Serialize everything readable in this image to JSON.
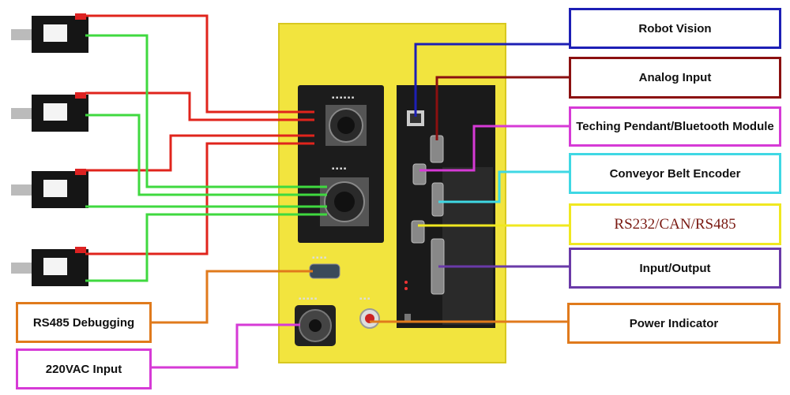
{
  "labels": {
    "robot_vision": "Robot Vision",
    "analog_input": "Analog Input",
    "teach_pendant": "Teching Pendant/Bluetooth Module",
    "conveyor_encoder": "Conveyor Belt Encoder",
    "rs232": "RS232/CAN/RS485",
    "io": "Input/Output",
    "power_indicator": "Power Indicator",
    "rs485_debug": "RS485 Debugging",
    "vac_input": "220VAC Input"
  },
  "colors": {
    "red": "#e0241c",
    "green": "#3fd93f",
    "blue": "#1d1fb5",
    "dark_red": "#8b1010",
    "magenta": "#d63ad6",
    "cyan": "#3fd8e4",
    "yellow": "#f0e820",
    "purple": "#6a3aa8",
    "orange": "#e07a1c",
    "panel_yellow": "#f4e842"
  }
}
